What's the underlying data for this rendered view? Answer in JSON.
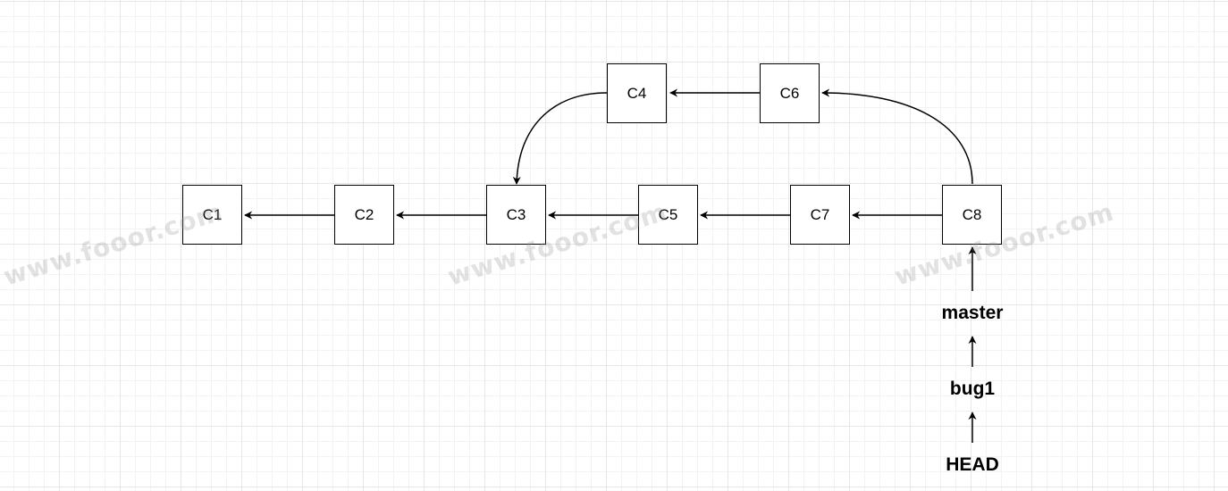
{
  "commits": [
    {
      "id": "C1",
      "label": "C1"
    },
    {
      "id": "C2",
      "label": "C2"
    },
    {
      "id": "C3",
      "label": "C3"
    },
    {
      "id": "C5",
      "label": "C5"
    },
    {
      "id": "C7",
      "label": "C7"
    },
    {
      "id": "C8",
      "label": "C8"
    },
    {
      "id": "C4",
      "label": "C4"
    },
    {
      "id": "C6",
      "label": "C6"
    }
  ],
  "refs": {
    "master": "master",
    "bug1": "bug1",
    "head": "HEAD"
  },
  "watermark": "www.fooor.com"
}
